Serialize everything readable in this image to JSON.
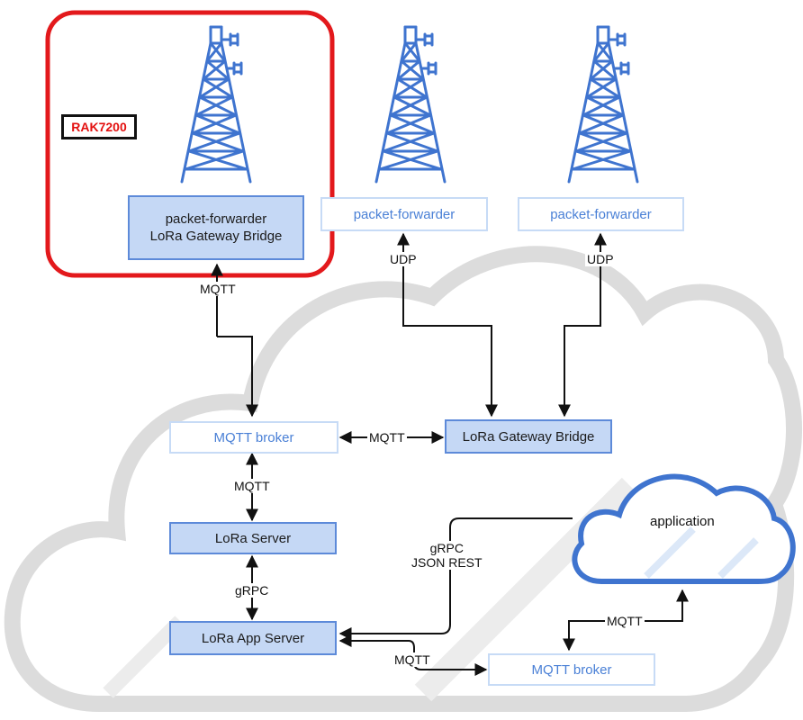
{
  "badge": "RAK7200",
  "towers": [
    {
      "id": "tower-1",
      "forwarder": [
        "packet-forwarder",
        "LoRa Gateway Bridge"
      ],
      "link": "MQTT"
    },
    {
      "id": "tower-2",
      "forwarder": [
        "packet-forwarder"
      ],
      "link": "UDP"
    },
    {
      "id": "tower-3",
      "forwarder": [
        "packet-forwarder"
      ],
      "link": "UDP"
    }
  ],
  "nodes": {
    "mqtt_broker_top": "MQTT broker",
    "lora_gateway_bridge": "LoRa Gateway Bridge",
    "lora_server": "LoRa Server",
    "lora_app_server": "LoRa App Server",
    "mqtt_broker_bottom": "MQTT broker",
    "application": "application"
  },
  "edges": {
    "broker_bridge": "MQTT",
    "broker_server": "MQTT",
    "server_appserver": "gRPC",
    "app_appserver_line1": "gRPC",
    "app_appserver_line2": "JSON REST",
    "appserver_broker": "MQTT",
    "app_broker": "MQTT"
  },
  "colors": {
    "highlight": "#e3191c",
    "tower": "#3f74cf",
    "box_fill": "#c5d8f5",
    "box_border": "#5d8ad9",
    "cloud": "#dcdcdc",
    "app_cloud": "#3f74cf"
  }
}
